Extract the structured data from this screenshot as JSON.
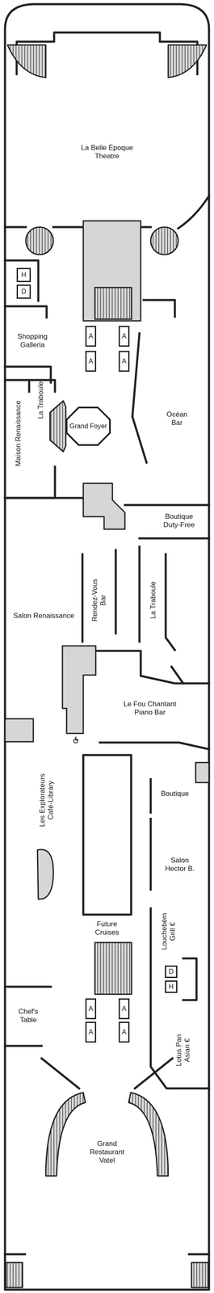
{
  "diagram": {
    "nodes": [
      {
        "text": [
          "H"
        ]
      },
      {
        "text": [
          "D"
        ]
      },
      {
        "text": [
          "A"
        ]
      },
      {
        "text": [
          "A"
        ]
      },
      {
        "text": [
          "A"
        ]
      },
      {
        "text": [
          "A"
        ]
      },
      {
        "text": [
          "Grand Foyer"
        ]
      },
      {
        "text": [
          "D"
        ]
      },
      {
        "text": [
          "H"
        ]
      },
      {
        "text": [
          "A"
        ]
      },
      {
        "text": [
          "A"
        ]
      },
      {
        "text": [
          "A"
        ]
      },
      {
        "text": [
          "A"
        ]
      }
    ],
    "labels": [
      "La Belle Époque Theatre",
      "Shopping Galleria",
      "Maison Renaissance",
      "La Traboule",
      "Océan Bar",
      "Boutique Duty-Free",
      "Salon Renaissance",
      "Rendez-Vous Bar",
      "La Traboule",
      "Le Fou Chantant Piano Bar",
      "Boutique",
      "Salon Hector B.",
      "Les Explorateurs Café-Library",
      "Future Cruises",
      "Louchebèm Grill €",
      "Lotus Pan Asian €",
      "Chef's Table",
      "Grand Restaurant Vatel"
    ]
  }
}
